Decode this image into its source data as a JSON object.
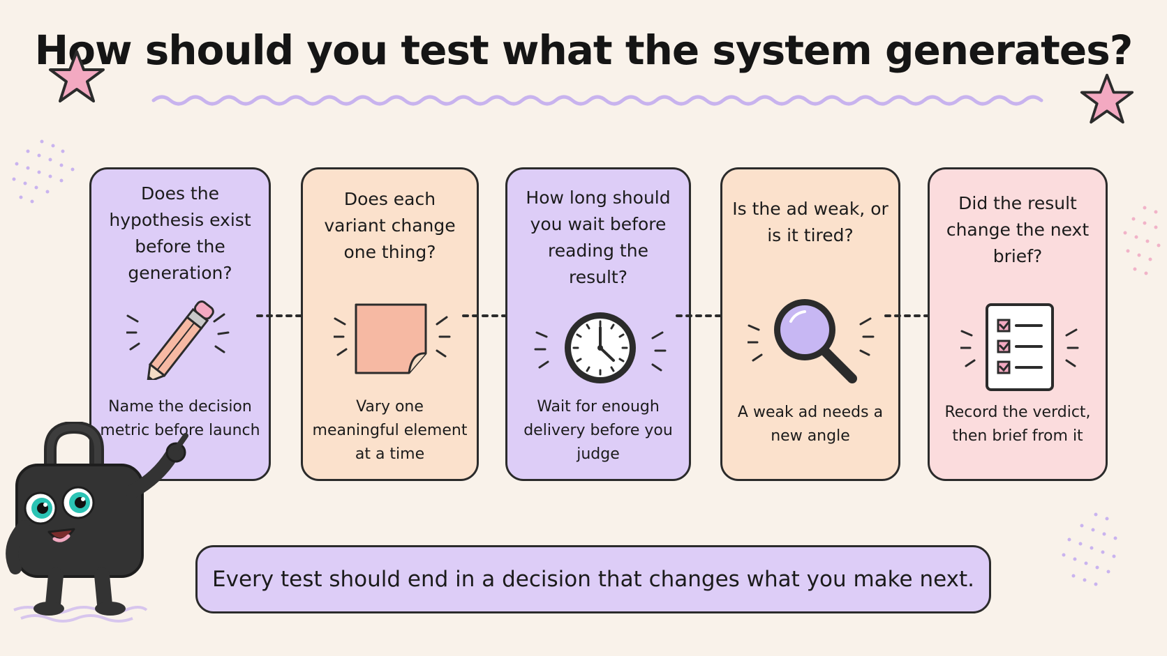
{
  "title": "How should you test what the system generates?",
  "steps": [
    {
      "question": "Does the hypothesis exist before the generation?",
      "detail": "Name the decision metric before launch",
      "icon": "pencil-icon",
      "color": "#ddcdf7"
    },
    {
      "question": "Does each variant change one thing?",
      "detail": "Vary one meaningful element at a time",
      "icon": "sticky-note-icon",
      "color": "#fbe1cc"
    },
    {
      "question": "How long should you wait before reading the result?",
      "detail": "Wait for enough delivery before you judge",
      "icon": "clock-icon",
      "color": "#ddcdf7"
    },
    {
      "question": "Is the ad weak, or is it tired?",
      "detail": "A weak ad needs a new angle",
      "icon": "magnifier-icon",
      "color": "#fbe1cc"
    },
    {
      "question": "Did the result change the next brief?",
      "detail": "Record the verdict, then brief from it",
      "icon": "checklist-icon",
      "color": "#fbdcdd"
    }
  ],
  "banner": "Every test should end in a decision that changes what you make next.",
  "decorations": [
    "star-icon",
    "star-icon",
    "padlock-mascot"
  ]
}
